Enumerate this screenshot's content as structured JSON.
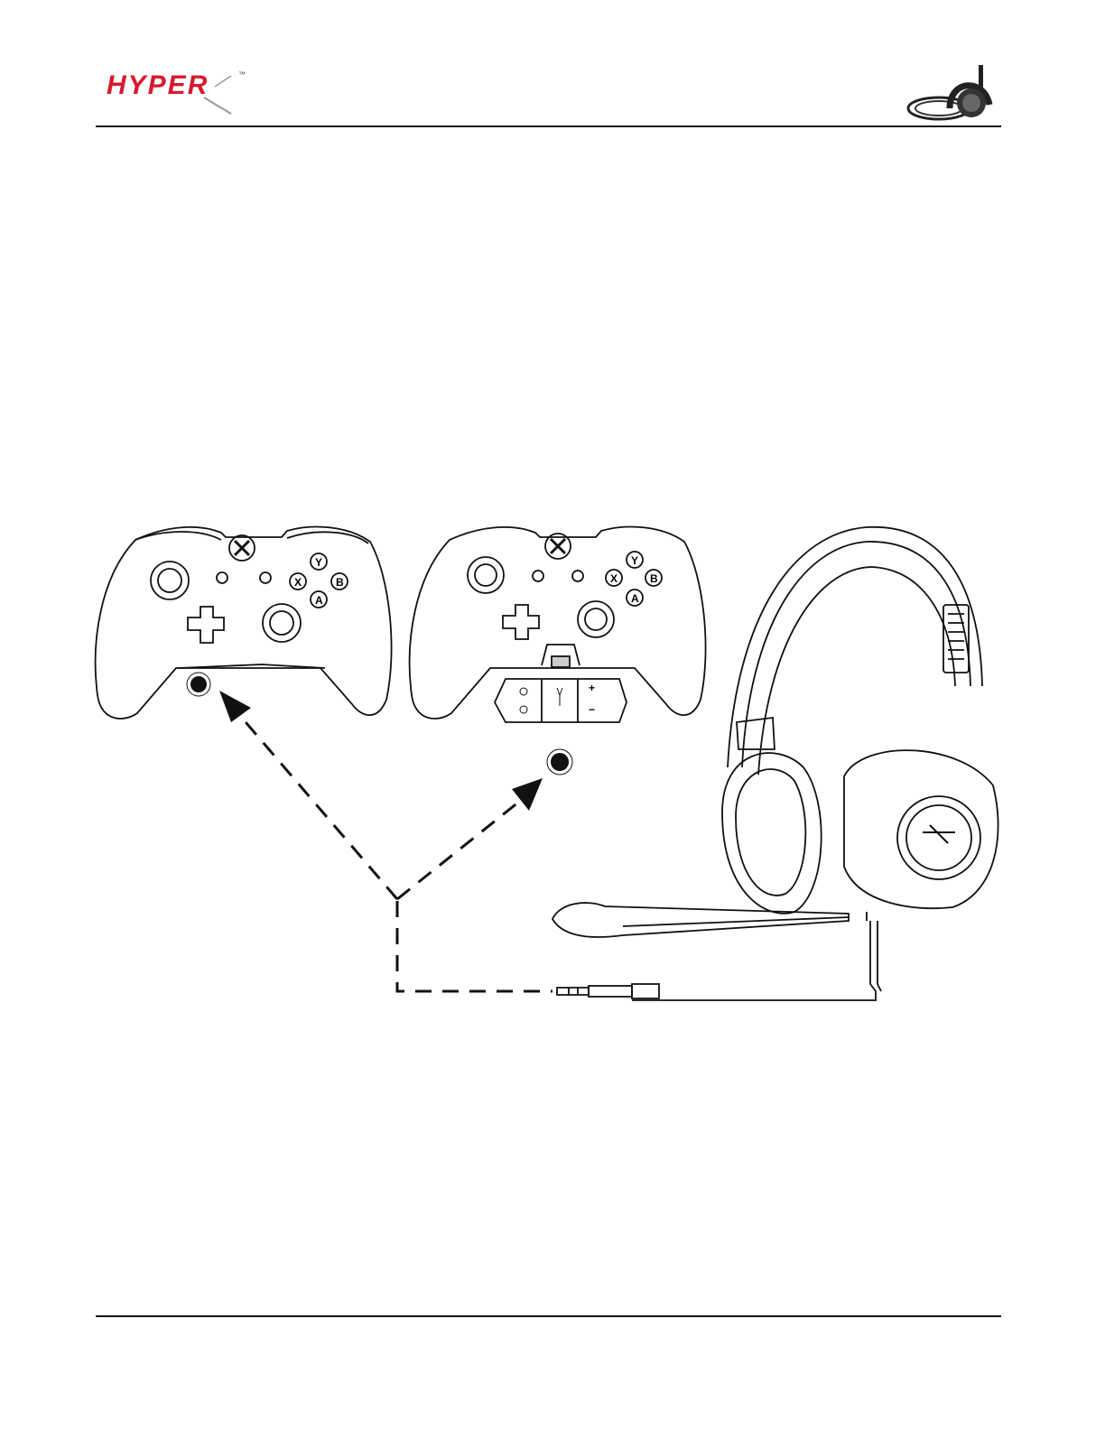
{
  "header": {
    "brand_logo_text": "HYPER",
    "brand_logo_tm": "™",
    "brand_color": "#d7192f"
  },
  "illustration": {
    "controller_buttons": {
      "y": "Y",
      "x": "X",
      "b": "B",
      "a": "A"
    },
    "adapter_buttons": {
      "plus": "+",
      "minus": "−"
    },
    "headset_logo_icon": "hyperx-x-icon"
  }
}
